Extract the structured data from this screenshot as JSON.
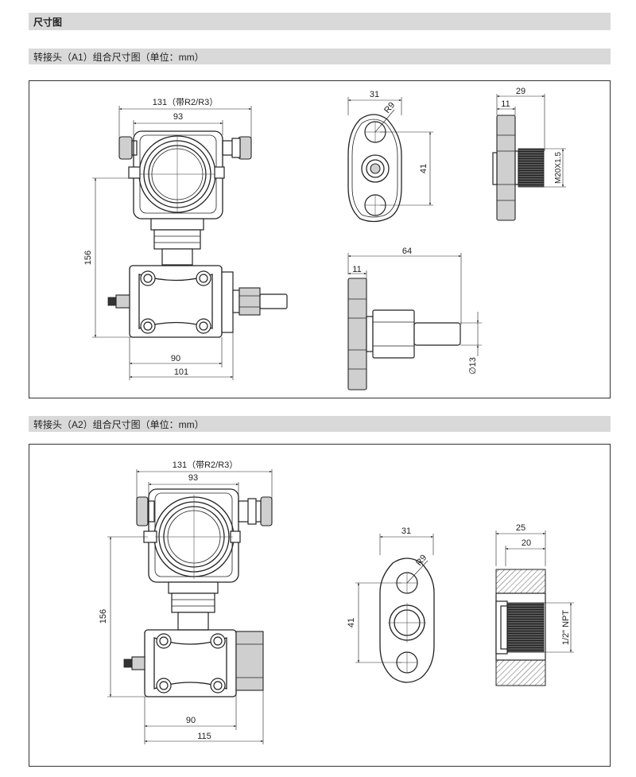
{
  "header": {
    "title": "尺寸图"
  },
  "section_a1": {
    "title": "转接头（A1）组合尺寸图（单位：mm）",
    "dims": {
      "width_total": "131（带R2/R3）",
      "head_width": "93",
      "height": "156",
      "base_width": "90",
      "base_total": "101",
      "flange_width": "31",
      "radius": "R9",
      "hole_spacing": "41",
      "side_total": "29",
      "side_flange": "11",
      "thread": "M20X1.5",
      "fitting_length": "64",
      "fitting_flange": "11",
      "fitting_dia": "∅13"
    }
  },
  "section_a2": {
    "title": "转接头（A2）组合尺寸图（单位：mm）",
    "dims": {
      "width_total": "131（带R2/R3）",
      "head_width": "93",
      "height": "156",
      "base_width": "90",
      "base_total": "115",
      "flange_width": "31",
      "radius": "R9",
      "hole_spacing": "41",
      "side_total": "25",
      "side_inner": "20",
      "thread": "1/2\" NPT"
    }
  }
}
